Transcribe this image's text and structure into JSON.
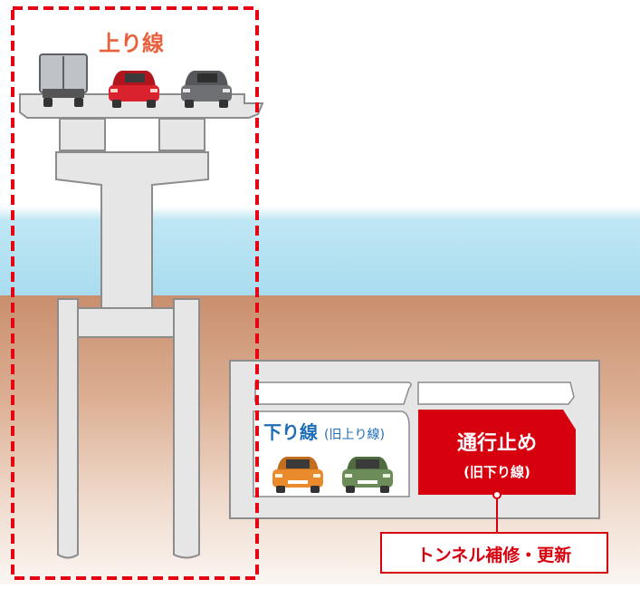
{
  "labels": {
    "up_line": "上り線",
    "down_line": "下り線",
    "down_line_note": "(旧上り線)",
    "closed": "通行止め",
    "closed_note": "(旧下り線)",
    "callout": "トンネル補修・更新"
  },
  "colors": {
    "up_line_text": "#e8603c",
    "down_line_text": "#1f6db5",
    "closed_fill": "#d7000f",
    "dash_border": "#e60012",
    "concrete": "#e6e6e6",
    "concrete_stroke": "#8c8c8c",
    "water": "#bfe7f4",
    "earth_top": "#c98f6e",
    "earth_bottom": "#fbf6f2",
    "car_truck": "#9ea2a6",
    "car_red": "#d9222e",
    "car_gray": "#6e7073",
    "car_orange": "#e98a2c",
    "car_green": "#6c8d5a"
  },
  "icons": [
    "truck-icon",
    "red-car-icon",
    "gray-car-icon",
    "orange-car-icon",
    "green-car-icon"
  ]
}
